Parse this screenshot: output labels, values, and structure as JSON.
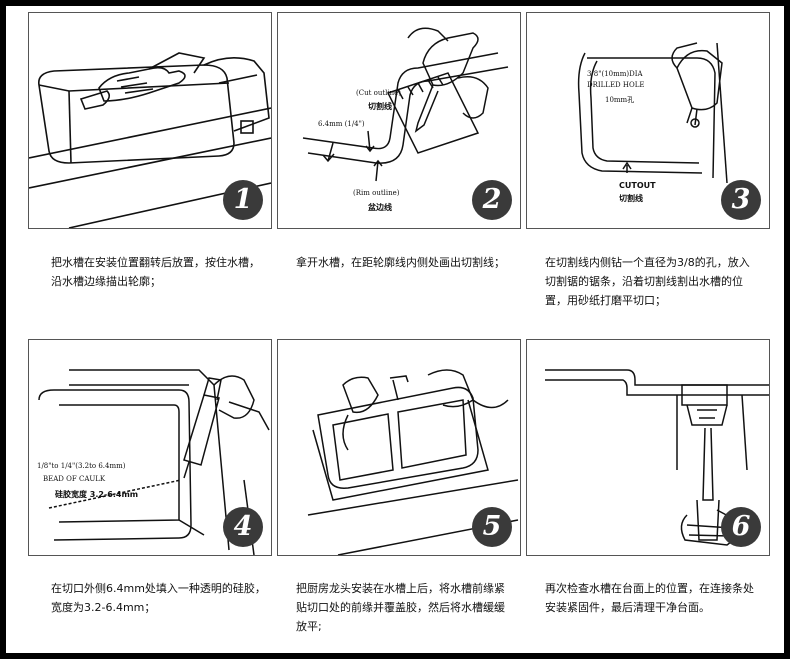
{
  "steps": [
    {
      "number": "1",
      "caption": "把水槽在安装位置翻转后放置，按住水槽，沿水槽边缘描出轮廓；",
      "labels": {}
    },
    {
      "number": "2",
      "caption": "拿开水槽，在距轮廓线内侧处画出切割线；",
      "labels": {
        "cut_outline_en": "(Cut outline)",
        "cut_outline_cn": "切割线",
        "dimension": "6.4mm  (1/4\")",
        "rim_outline_en": "(Rim outline)",
        "rim_outline_cn": "盆边线"
      }
    },
    {
      "number": "3",
      "caption": "在切割线内侧钻一个直径为3/8的孔，放入切割锯的锯条，沿着切割线割出水槽的位置，用砂纸打磨平切口；",
      "labels": {
        "hole_size": "3/8\"(10mm)DIA",
        "drilled_hole": "DRILLED  HOLE",
        "hole_cn": "10mm孔",
        "cutout_en": "CUTOUT",
        "cutout_cn": "切割线"
      }
    },
    {
      "number": "4",
      "caption": "在切口外侧6.4mm处填入一种透明的硅胶，宽度为3.2-6.4mm；",
      "labels": {
        "bead_size": "1/8\"to 1/4\"(3.2to 6.4mm)",
        "bead_en": "BEAD OF CAULK",
        "bead_cn": "硅胶宽度 3.2-6.4mm"
      }
    },
    {
      "number": "5",
      "caption": "把厨房龙头安装在水槽上后，将水槽前缘紧贴切口处的前缘并覆盖胶，然后将水槽缓缓放平;",
      "labels": {}
    },
    {
      "number": "6",
      "caption": "再次检查水槽在台面上的位置，在连接条处安装紧固件，最后清理干净台面。",
      "labels": {}
    }
  ]
}
